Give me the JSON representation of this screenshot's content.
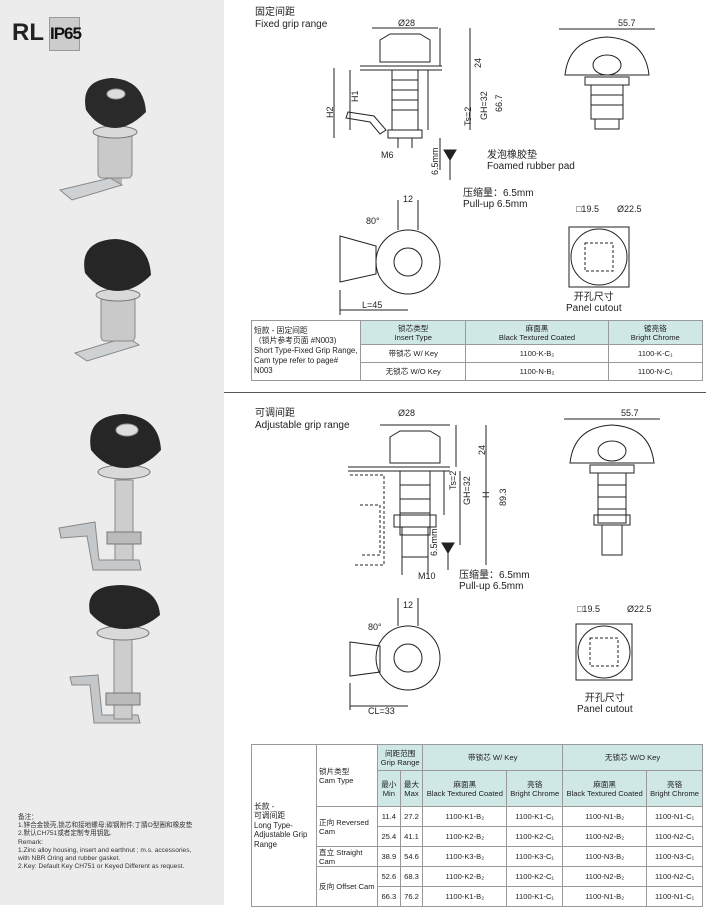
{
  "badges": {
    "rl": "RL",
    "ip": "IP65"
  },
  "fixed": {
    "title_cn": "固定间距",
    "title_en": "Fixed grip range",
    "dims": {
      "d28": "Ø28",
      "w557": "55.7",
      "d24": "24",
      "gh": "GH=32",
      "ts": "Ts=2",
      "h667": "66.7",
      "h1": "H1",
      "h2": "H2",
      "m6": "M6",
      "d65": "6.5mm",
      "d12": "12",
      "d80": "80°",
      "l45": "L=45",
      "sq195": "□19.5",
      "d225": "Ø22.5"
    },
    "pad_cn": "发泡橡胶垫",
    "pad_en": "Foamed rubber pad",
    "pull_cn": "压缩量：6.5mm",
    "pull_en": "Pull-up 6.5mm",
    "cutout_cn": "开孔尺寸",
    "cutout_en": "Panel cutout",
    "table": {
      "desc_cn": "短款 - 固定间距",
      "desc_cn2": "（锁片参考页面 #N003)",
      "desc_en": "Short Type-Fixed Grip Range, Cam type refer to page# N003",
      "h_insert_cn": "锁芯类型",
      "h_insert_en": "Insert Type",
      "h_black_cn": "麻面黑",
      "h_black_en": "Black Textured Coated",
      "h_chrome_cn": "镀亮铬",
      "h_chrome_en": "Bright Chrome",
      "rows": [
        {
          "type": "带锁芯 W/ Key",
          "black": "1100-K-B₂",
          "chrome": "1100-K-C₁"
        },
        {
          "type": "无锁芯 W/O Key",
          "black": "1100-N-B₂",
          "chrome": "1100-N-C₁"
        }
      ]
    }
  },
  "adjustable": {
    "title_cn": "可调间距",
    "title_en": "Adjustable grip range",
    "dims": {
      "d28": "Ø28",
      "w557": "55.7",
      "d24": "24",
      "ts": "Ts=2",
      "gh": "GH=32",
      "h": "H",
      "h893": "89.3",
      "d65": "6.5mm",
      "m10": "M10",
      "d12": "12",
      "d80": "80°",
      "cl33": "CL=33",
      "sq195": "□19.5",
      "d225": "Ø22.5"
    },
    "pull_cn": "压缩量：6.5mm",
    "pull_en": "Pull-up 6.5mm",
    "cutout_cn": "开孔尺寸",
    "cutout_en": "Panel cutout",
    "table": {
      "desc_cn1": "长款 -",
      "desc_cn2": "可调间距",
      "desc_en": "Long Type-Adjustable Grip Range",
      "h_cam_cn": "锁片类型",
      "h_cam_en": "Cam Type",
      "h_grip_cn": "间距范围",
      "h_grip_en": "Grip Range",
      "h_wkey": "带锁芯 W/ Key",
      "h_wokey": "无锁芯 W/O Key",
      "h_min_cn": "最小",
      "h_min_en": "Min",
      "h_max_cn": "最大",
      "h_max_en": "Max",
      "h_black_cn": "麻面黑",
      "h_black_en": "Black Textured Coated",
      "h_chrome_cn": "亮铬",
      "h_chrome_en": "Bright Chrome",
      "cam_rev": "正向 Reversed Cam",
      "cam_str": "直立 Straight Cam",
      "cam_off": "反向 Offset Cam",
      "rows": [
        {
          "min": "11.4",
          "max": "27.2",
          "kb": "1100-K1-B₂",
          "kc": "1100-K1-C₁",
          "nb": "1100-N1-B₂",
          "nc": "1100-N1-C₁"
        },
        {
          "min": "25.4",
          "max": "41.1",
          "kb": "1100-K2-B₂",
          "kc": "1100-K2-C₁",
          "nb": "1100-N2-B₂",
          "nc": "1100-N2-C₁"
        },
        {
          "min": "38.9",
          "max": "54.6",
          "kb": "1100-K3-B₂",
          "kc": "1100-K3-C₁",
          "nb": "1100-N3-B₂",
          "nc": "1100-N3-C₁"
        },
        {
          "min": "52.6",
          "max": "68.3",
          "kb": "1100-K2-B₂",
          "kc": "1100-K2-C₁",
          "nb": "1100-N2-B₂",
          "nc": "1100-N2-C₁"
        },
        {
          "min": "66.3",
          "max": "76.2",
          "kb": "1100-K1-B₂",
          "kc": "1100-K1-C₁",
          "nb": "1100-N1-B₂",
          "nc": "1100-N1-C₁"
        }
      ]
    }
  },
  "remark": {
    "cn_title": "备注：",
    "cn1": "1.锌合金锁壳,锁芯和接地螺母;碳钢附件;丁腈O型圈和橡皮垫",
    "cn2": "2.默认CH751或者定制专用钥匙.",
    "en_title": "Remark:",
    "en1": "1.Zinc alloy housing, insert and earthnut ; m.s. accessories,",
    "en1b": "with NBR Oring and rubber gasket.",
    "en2": "2.Key: Default Key CH751 or Keyed Different as request."
  }
}
